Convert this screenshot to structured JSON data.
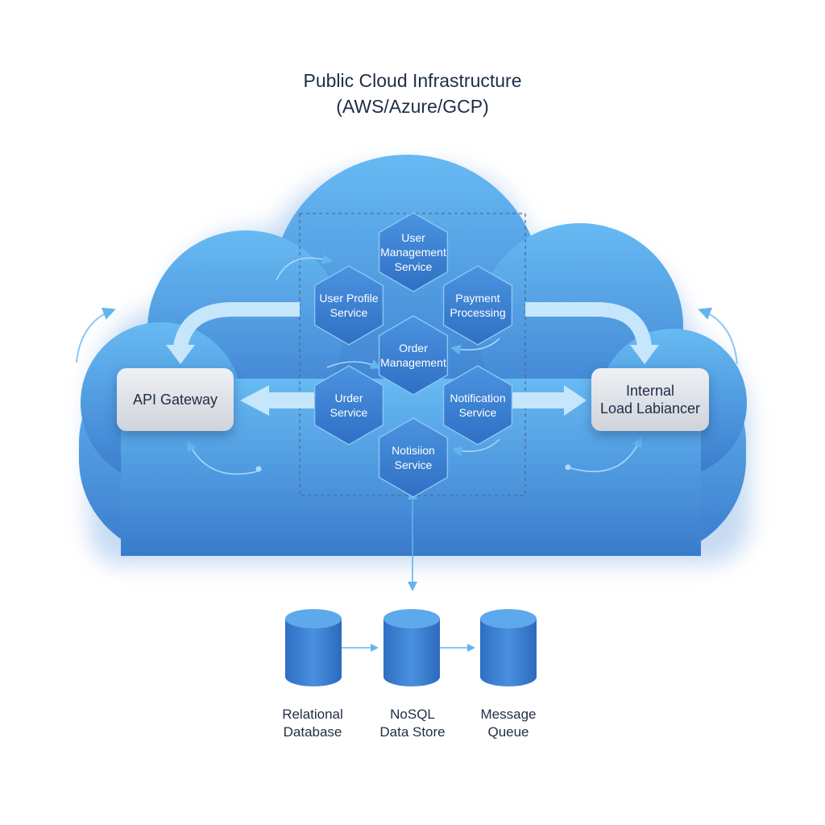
{
  "title": {
    "line1": "Public Cloud Infrastructure",
    "line2": "(AWS/Azure/GCP)"
  },
  "gateway": {
    "label": "API Gateway"
  },
  "load_balancer": {
    "line1": "Internal",
    "line2": "Load Labiancer"
  },
  "services": [
    {
      "id": "user-management",
      "lines": [
        "User",
        "Management",
        "Service"
      ]
    },
    {
      "id": "user-profile",
      "lines": [
        "User Profile",
        "Service"
      ]
    },
    {
      "id": "payment-processing",
      "lines": [
        "Payment",
        "Processing"
      ]
    },
    {
      "id": "order-management",
      "lines": [
        "Order",
        "Management"
      ]
    },
    {
      "id": "order-service",
      "lines": [
        "Urder",
        "Service"
      ]
    },
    {
      "id": "notification-service",
      "lines": [
        "Notification",
        "Service"
      ]
    },
    {
      "id": "notistion-service",
      "lines": [
        "Notisiion",
        "Service"
      ]
    }
  ],
  "datastores": [
    {
      "id": "relational-database",
      "line1": "Relational",
      "line2": "Database"
    },
    {
      "id": "nosql-data-store",
      "line1": "NoSQL",
      "line2": "Data Store"
    },
    {
      "id": "message-queue",
      "line1": "Message",
      "line2": "Queue"
    }
  ],
  "colors": {
    "cloud_top": "#63b6f1",
    "cloud_bottom": "#3d7fd0",
    "hexagon_fill": "#3f86d8",
    "hexagon_edge": "#8cc6f5",
    "arrow": "#bfe2fb",
    "title_text": "#1f2d44",
    "cylinder": "#3a7fd1"
  }
}
